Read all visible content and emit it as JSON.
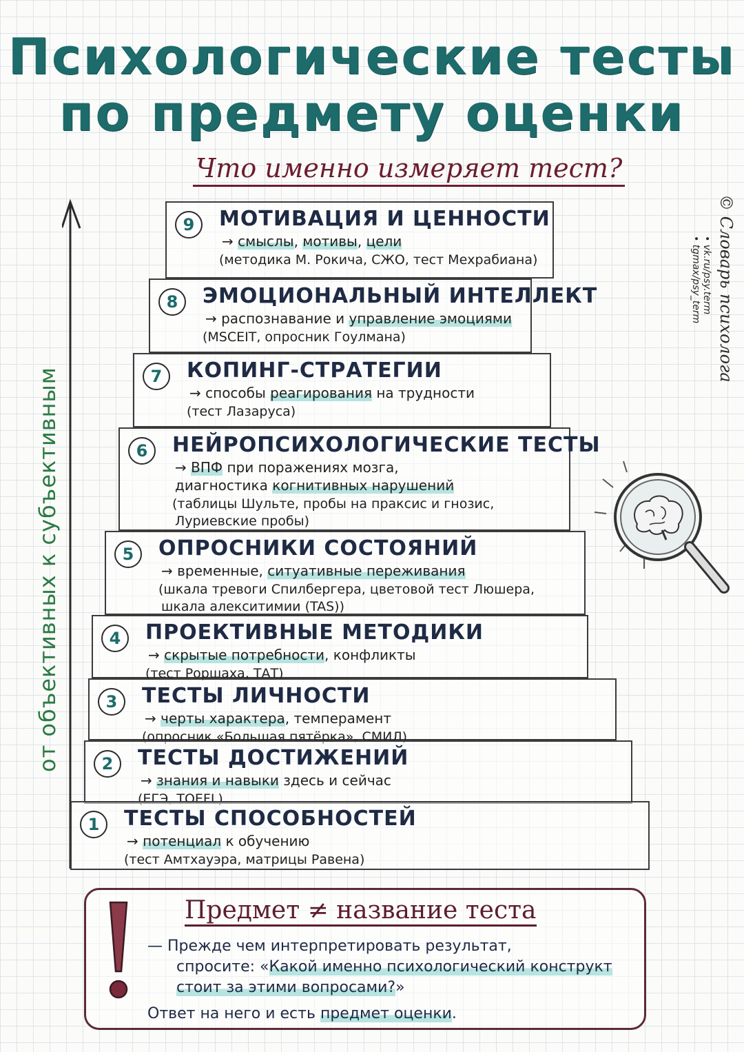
{
  "title": {
    "line1": "Психологические тесты",
    "line2": "по предмету оценки",
    "subtitle": "Что именно измеряет тест?"
  },
  "axis_label": "от объективных к субъективным",
  "copyright": {
    "brand": "© Словарь психолога",
    "link1": "• vk.ru/psy.term",
    "link2": "• tgmax/psy_term"
  },
  "steps": [
    {
      "number": "9",
      "title": "МОТИВАЦИЯ И ЦЕННОСТИ",
      "desc": [
        {
          "t": "→ "
        },
        {
          "t": "смыслы",
          "hl": true
        },
        {
          "t": ", "
        },
        {
          "t": "мотивы",
          "hl": true
        },
        {
          "t": ", "
        },
        {
          "t": "цели",
          "hl": true
        }
      ],
      "examples": [
        "(методика М. Рокича, СЖО, тест Мехрабиана)"
      ]
    },
    {
      "number": "8",
      "title": "ЭМОЦИОНАЛЬНЫЙ ИНТЕЛЛЕКТ",
      "desc": [
        {
          "t": "→ распознавание и "
        },
        {
          "t": "управление эмоциями",
          "hl": true
        }
      ],
      "examples": [
        "(MSCEIT, опросник Гоулмана)"
      ]
    },
    {
      "number": "7",
      "title": "КОПИНГ-СТРАТЕГИИ",
      "desc": [
        {
          "t": "→ способы "
        },
        {
          "t": "реагирования",
          "hl": true
        },
        {
          "t": " на трудности"
        }
      ],
      "examples": [
        "(тест Лазаруса)"
      ]
    },
    {
      "number": "6",
      "title": "НЕЙРОПСИХОЛОГИЧЕСКИЕ ТЕСТЫ",
      "desc": [
        {
          "t": "→ "
        },
        {
          "t": "ВПФ",
          "hl": true
        },
        {
          "t": " при поражениях мозга,"
        }
      ],
      "desc2": [
        {
          "t": "диагностика "
        },
        {
          "t": "когнитивных нарушений",
          "hl": true
        }
      ],
      "examples": [
        "(таблицы Шульте, пробы на праксис и гнозис,",
        "Луриевские пробы)"
      ]
    },
    {
      "number": "5",
      "title": "ОПРОСНИКИ СОСТОЯНИЙ",
      "desc": [
        {
          "t": "→ временные, "
        },
        {
          "t": "ситуативные переживания",
          "hl": true
        }
      ],
      "examples": [
        "(шкала тревоги Спилбергера, цветовой тест Люшера,",
        "шкала алекситимии (TAS))"
      ]
    },
    {
      "number": "4",
      "title": "ПРОЕКТИВНЫЕ МЕТОДИКИ",
      "desc": [
        {
          "t": "→ "
        },
        {
          "t": "скрытые потребности",
          "hl": true
        },
        {
          "t": ", конфликты"
        }
      ],
      "examples": [
        "(тест Роршаха, ТАТ)"
      ]
    },
    {
      "number": "3",
      "title": "ТЕСТЫ ЛИЧНОСТИ",
      "desc": [
        {
          "t": "→ "
        },
        {
          "t": "черты характера",
          "hl": true
        },
        {
          "t": ", темперамент"
        }
      ],
      "examples": [
        "(опросник «Большая пятёрка», СМИЛ)"
      ]
    },
    {
      "number": "2",
      "title": "ТЕСТЫ ДОСТИЖЕНИЙ",
      "desc": [
        {
          "t": "→ "
        },
        {
          "t": "знания и навыки",
          "hl": true
        },
        {
          "t": " здесь и сейчас"
        }
      ],
      "examples": [
        "(ЕГЭ, TOEFL)"
      ]
    },
    {
      "number": "1",
      "title": "ТЕСТЫ СПОСОБНОСТЕЙ",
      "desc": [
        {
          "t": "→ "
        },
        {
          "t": "потенциал",
          "hl": true
        },
        {
          "t": " к обучению"
        }
      ],
      "examples": [
        "(тест Амтхауэра, матрицы Равена)"
      ]
    }
  ],
  "note": {
    "title": "Предмет ≠ название теста",
    "line1": "— Прежде чем интерпретировать результат,",
    "line2_pre": "спросите: «",
    "line2_hl": "Какой именно психологический конструкт",
    "line3_hl": "стоит за этими вопросами?",
    "line3_post": "»",
    "line4_pre": "Ответ на него и есть ",
    "line4_hl": "предмет оценки",
    "line4_post": "."
  },
  "colors": {
    "title": "#1d6b6b",
    "subtitle": "#6b1d2e",
    "axis": "#2c7a43",
    "highlight": "#b6e4e0",
    "note_border": "#5c2a3a"
  }
}
